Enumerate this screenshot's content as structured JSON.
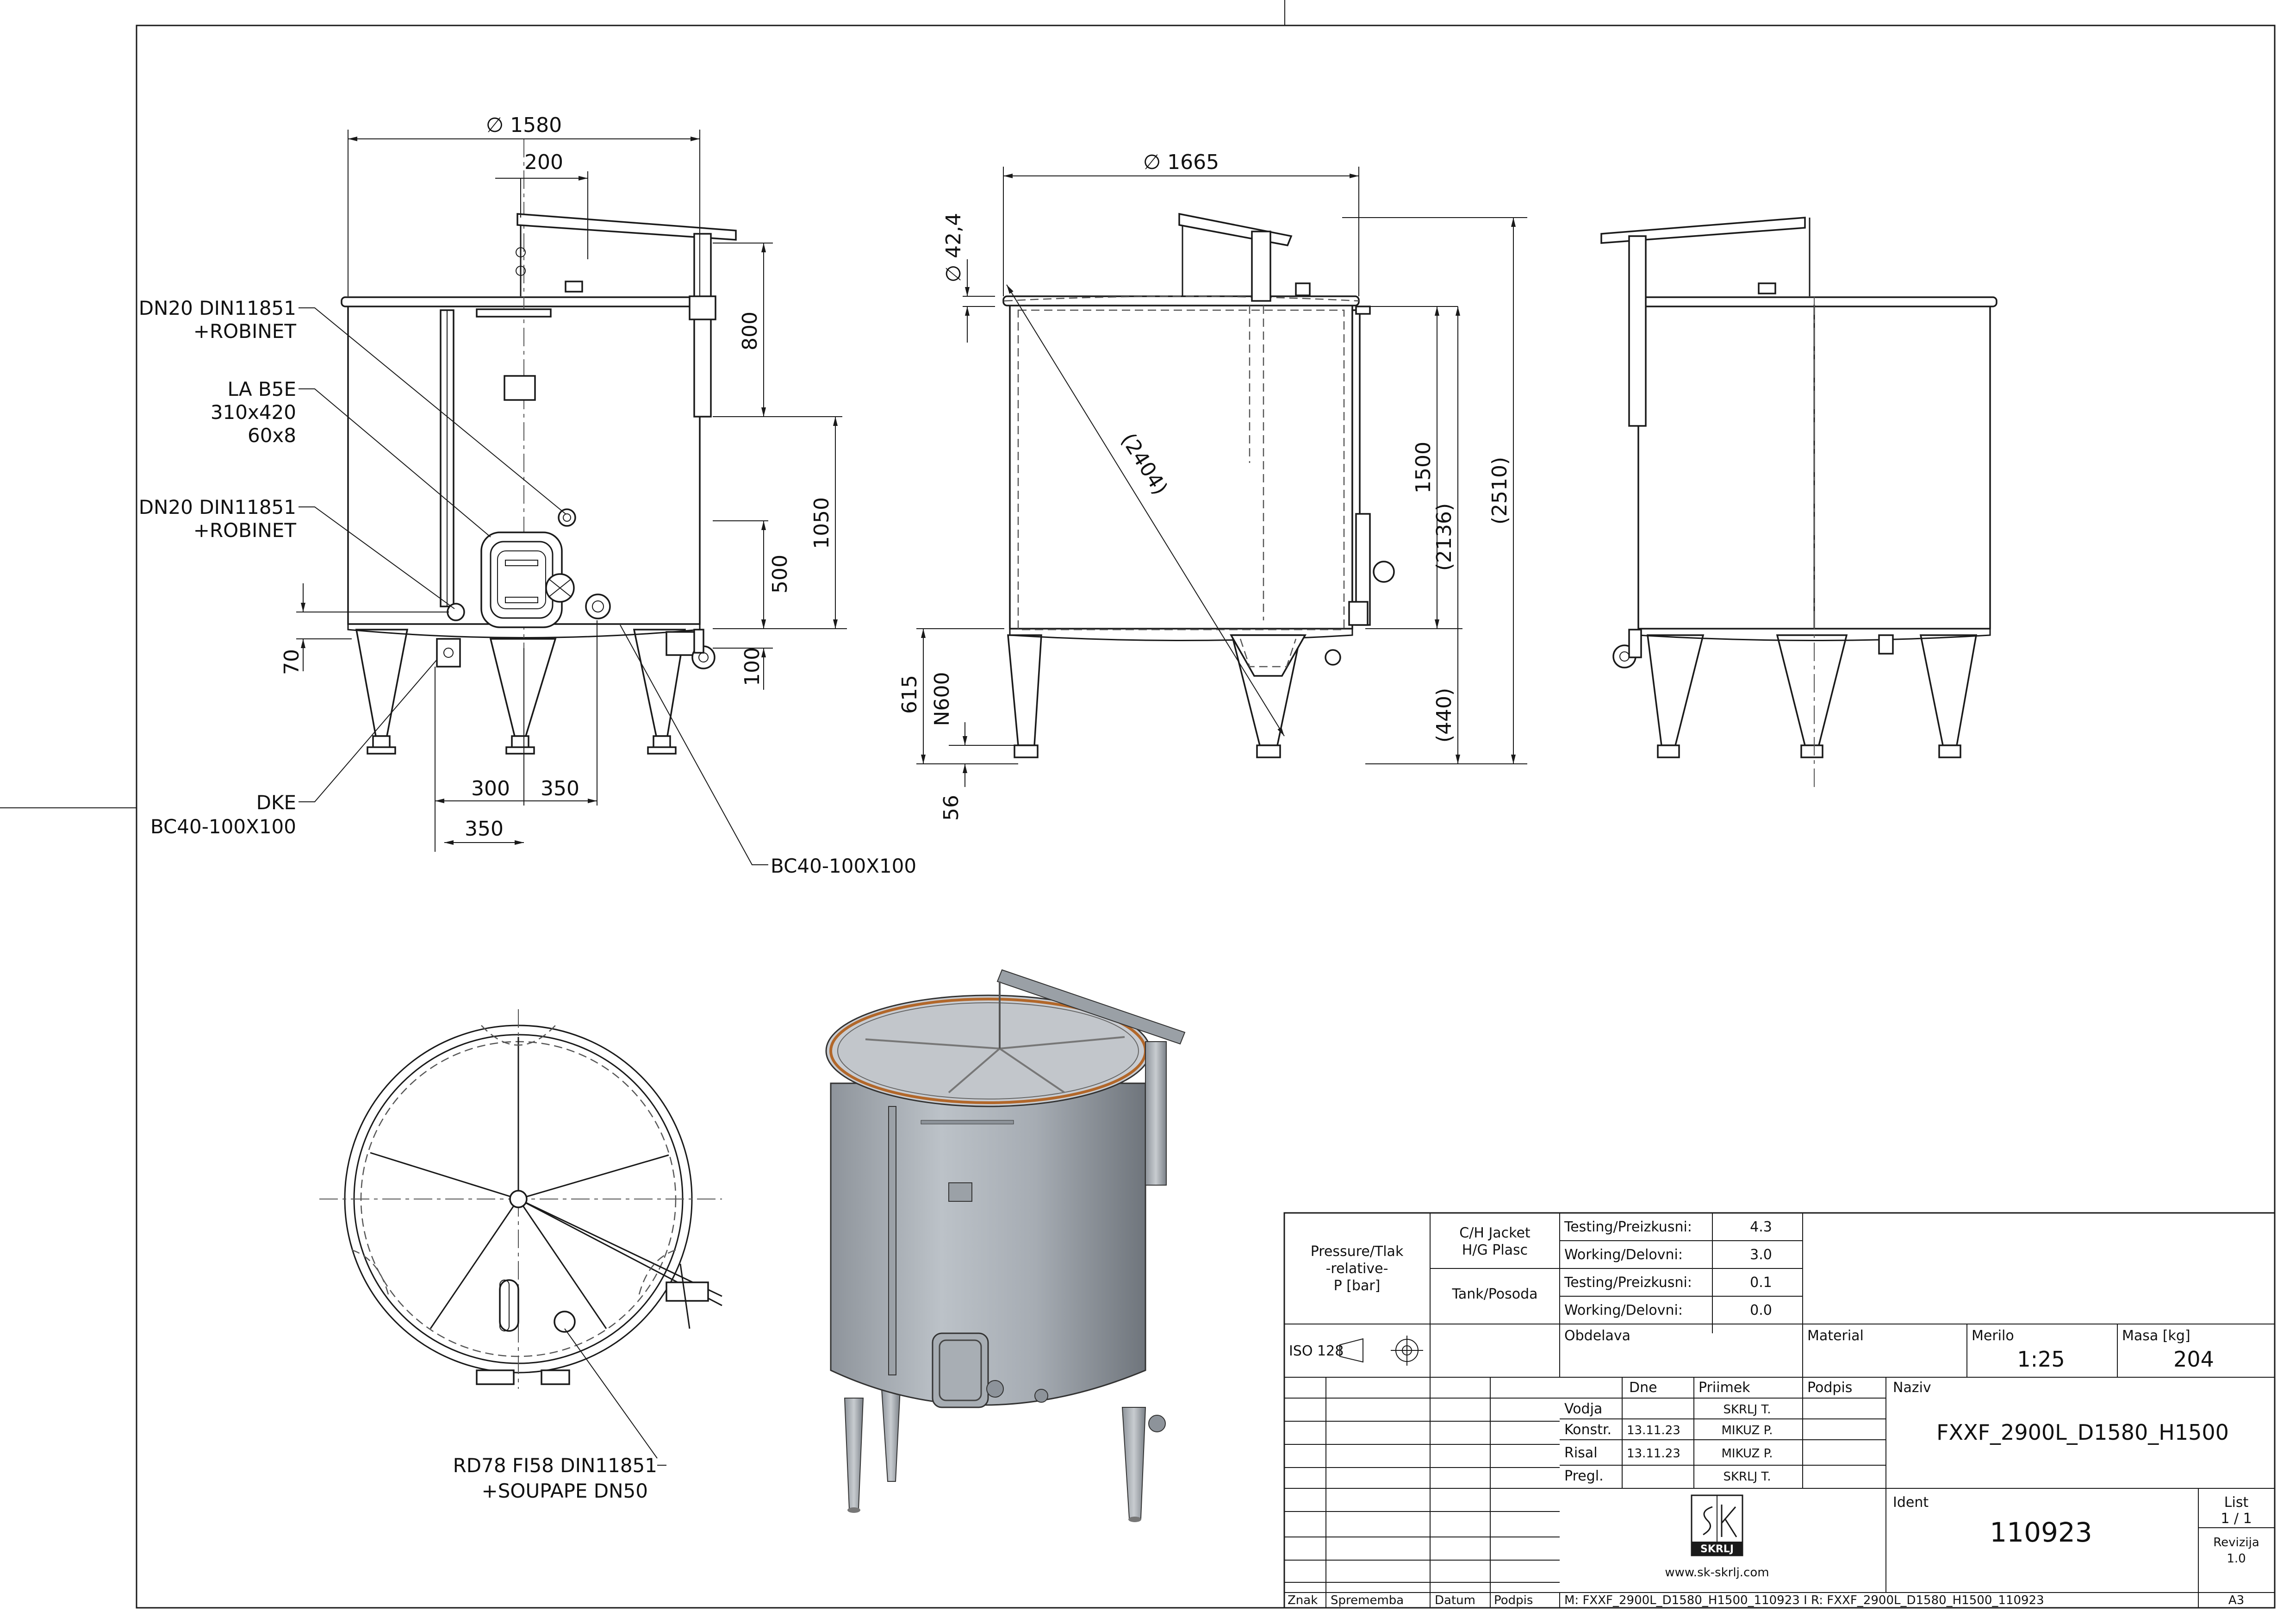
{
  "dimensions": {
    "front": {
      "dia_1580": "∅ 1580",
      "d200": "200",
      "d800": "800",
      "d1050": "1050",
      "d500": "500",
      "d100": "100",
      "d70": "70",
      "d300": "300",
      "d350a": "350",
      "d350b": "350"
    },
    "side": {
      "dia_1665": "∅ 1665",
      "dia_42": "∅ 42,4",
      "diag_2404": "(2404)",
      "d1500": "1500",
      "d2136": "(2136)",
      "d2510": "(2510)",
      "d440": "(440)",
      "d615": "615",
      "n600": "N600",
      "d56": "56"
    }
  },
  "labels": {
    "dn20_top_1": "DN20 DIN11851",
    "dn20_top_2": "+ROBINET",
    "la_1": "LA B5E",
    "la_2": "310x420",
    "la_3": "60x8",
    "dn20_bot_1": "DN20 DIN11851",
    "dn20_bot_2": "+ROBINET",
    "dke_1": "DKE",
    "dke_2": "BC40-100X100",
    "bc40": "BC40-100X100",
    "rd78_1": "RD78 FI58 DIN11851",
    "rd78_2": "+SOUPAPE DN50"
  },
  "title_block": {
    "pressure_1": "Pressure/Tlak",
    "pressure_2": "-relative-",
    "pressure_3": "P [bar]",
    "jacket_1": "C/H Jacket",
    "jacket_2": "H/G Plasc",
    "tank": "Tank/Posoda",
    "rows": [
      {
        "label": "Testing/Preizkusni:",
        "value": "4.3"
      },
      {
        "label": "Working/Delovni:",
        "value": "3.0"
      },
      {
        "label": "Testing/Preizkusni:",
        "value": "0.1"
      },
      {
        "label": "Working/Delovni:",
        "value": "0.0"
      }
    ],
    "iso": "ISO 128",
    "obdelava": "Obdelava",
    "material": "Material",
    "merilo_label": "Merilo",
    "merilo": "1:25",
    "masa_label": "Masa [kg]",
    "masa": "204",
    "col_dne": "Dne",
    "col_priimek": "Priimek",
    "col_podpis": "Podpis",
    "naziv_label": "Naziv",
    "naziv": "FXXF_2900L_D1580_H1500",
    "people": [
      {
        "role": "Vodja",
        "date": "",
        "name": "SKRLJ T."
      },
      {
        "role": "Konstr.",
        "date": "13.11.23",
        "name": "MIKUZ P."
      },
      {
        "role": "Risal",
        "date": "13.11.23",
        "name": "MIKUZ P."
      },
      {
        "role": "Pregl.",
        "date": "",
        "name": "SKRLJ T."
      }
    ],
    "ident_label": "Ident",
    "ident": "110923",
    "list_label": "List",
    "list": "1 / 1",
    "revizija_label": "Revizija",
    "revizija": "1.0",
    "logo_text": "SKRLJ",
    "website": "www.sk-skrlj.com",
    "znak": "Znak",
    "sprememba": "Sprememba",
    "datum": "Datum",
    "podpis": "Podpis",
    "file_path": "M: FXXF_2900L_D1580_H1500_110923 I R: FXXF_2900L_D1580_H1500_110923",
    "format": "A3"
  }
}
